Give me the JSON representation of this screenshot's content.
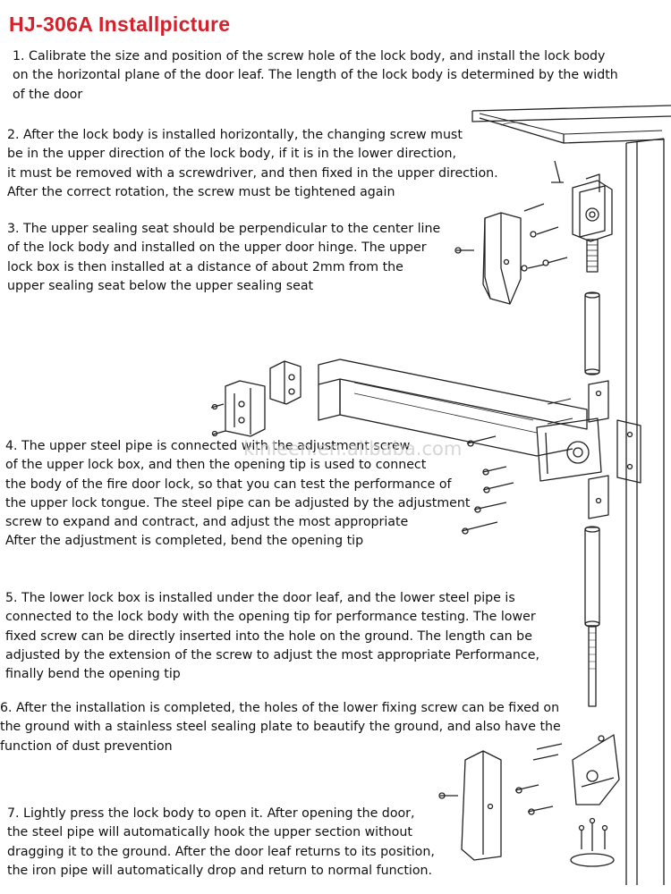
{
  "title": "HJ-306A  Installpicture",
  "steps": [
    "1. Calibrate the size and position of the screw hole of the lock body, and install the lock body\non the horizontal plane of the door leaf. The length of the lock body is determined by the width\nof the door",
    "2. After the lock body is installed horizontally, the changing screw must\nbe in the upper direction of the lock body, if it is in the lower direction,\nit must be removed with a screwdriver, and then fixed in the upper direction.\nAfter the correct rotation, the screw must be tightened again",
    "3. The upper sealing seat should be perpendicular to the center line\nof the lock body and installed on the upper door hinge. The upper\nlock box is then installed at a distance of about 2mm from the\nupper sealing seat below the upper sealing seat",
    "4. The upper steel pipe is connected with the adjustment screw\nof the upper lock box, and then the opening tip is used to connect\nthe body of the fire door lock, so that you can test the performance of\nthe upper lock tongue. The steel pipe can be adjusted by the adjustment\n screw to expand and contract, and adjust the most appropriate\nAfter the adjustment is completed, bend the opening tip",
    "5. The lower lock box is installed under the door leaf, and the lower steel pipe is\nconnected to the lock body with the opening tip for performance testing. The lower\nfixed screw can be directly inserted into the hole on the ground. The length can be\nadjusted by the extension of the screw to adjust the most appropriate Performance,\nfinally bend the opening tip",
    "6. After the installation is completed, the holes of the lower fixing screw can be fixed on\nthe ground with a stainless steel sealing plate to beautify the ground, and also have the\nfunction of dust prevention",
    "7. Lightly press the lock body to open it. After opening the door,\n the steel pipe will automatically hook the upper section without\ndragging it to the ground. After the door leaf returns to its position,\n the iron pipe will automatically drop and return to normal function."
  ],
  "watermark": "kinleen.en.alibaba.com"
}
